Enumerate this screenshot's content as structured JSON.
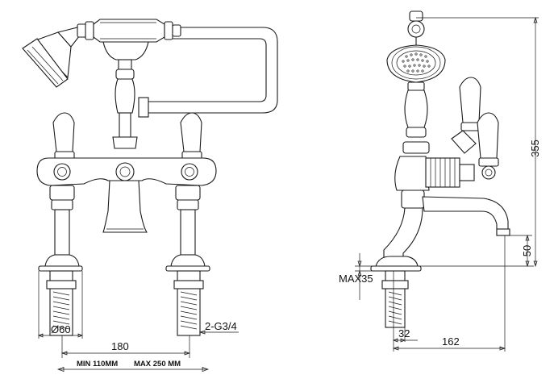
{
  "dimensions": {
    "front": {
      "hole_diameter": "Ø60",
      "centres": "180",
      "thread": "2-G3/4",
      "range_min": "MIN 110MM",
      "range_max": "MAX 250 MM"
    },
    "side": {
      "height": "355",
      "spout_height": "50",
      "deck_max": "MAX35",
      "offset": "32",
      "reach": "162"
    }
  }
}
